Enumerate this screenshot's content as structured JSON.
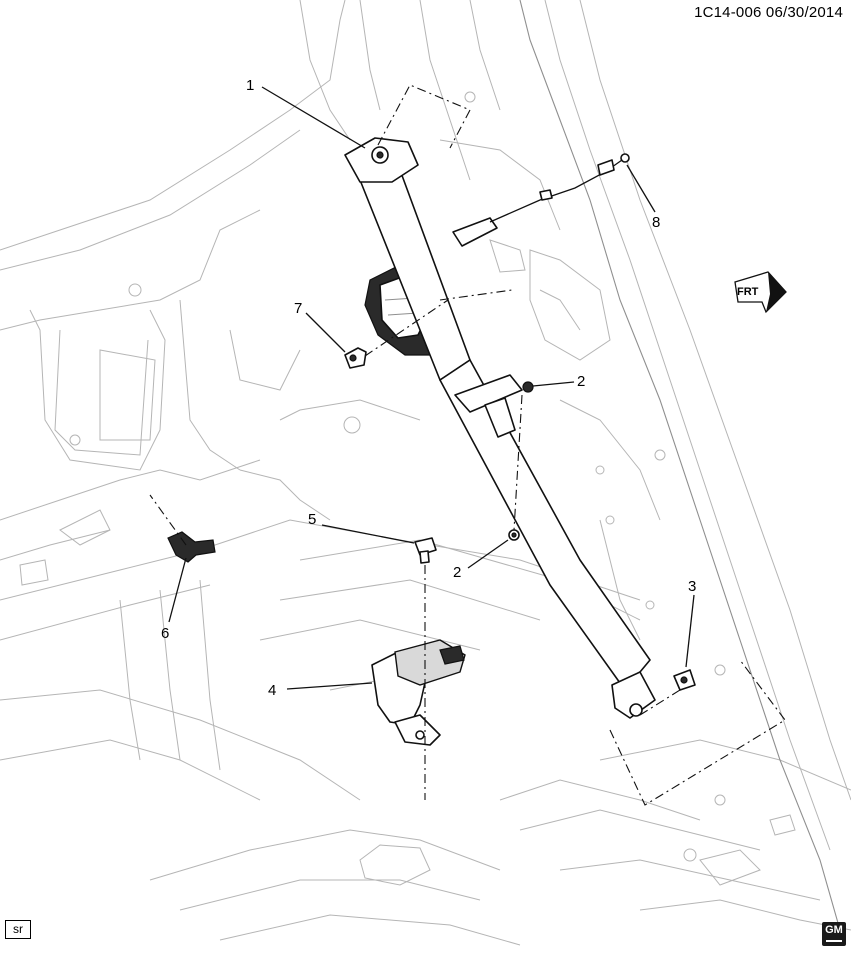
{
  "header": {
    "diagram_id": "1C14-006 06/30/2014"
  },
  "callouts": [
    "1",
    "2",
    "2",
    "3",
    "4",
    "5",
    "6",
    "7",
    "8"
  ],
  "direction_indicator": {
    "label": "FRT"
  },
  "footer": {
    "code_box": "sr",
    "logo": "GM"
  }
}
